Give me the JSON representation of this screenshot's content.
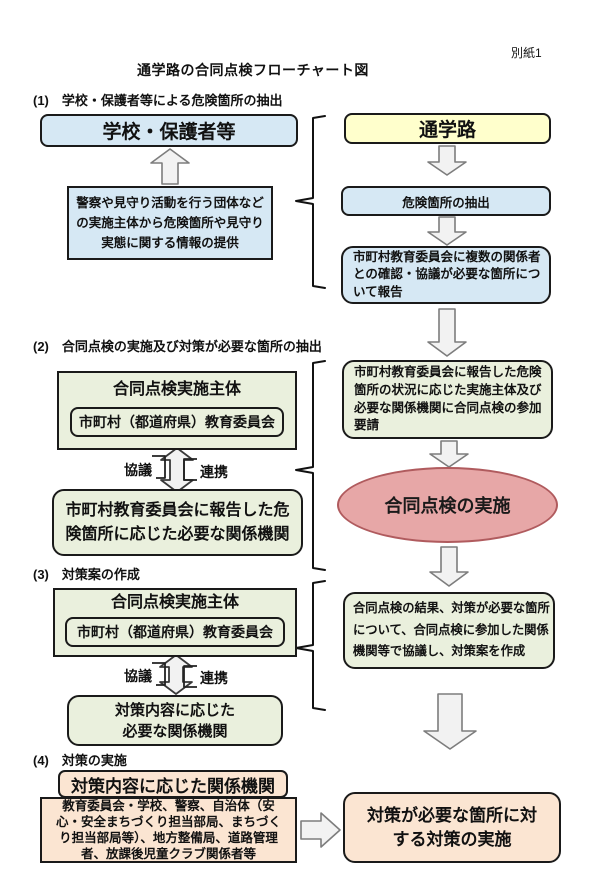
{
  "page": {
    "corner": "別紙1",
    "title": "通学路の合同点検フローチャート図"
  },
  "s1": {
    "heading": "(1)　学校・保護者等による危険箇所の抽出",
    "school": "学校・保護者等",
    "route": "通学路",
    "info": "警察や見守り活動を行う団体など\nの実施主体から危険箇所や見守り\n実態に関する情報の提供",
    "extract": "危険箇所の抽出",
    "report": "市町村教育委員会に複数の関係者\nとの確認・協議が必要な箇所につ\nいて報告"
  },
  "s2": {
    "heading": "(2)　合同点検の実施及び対策が必要な箇所の抽出",
    "subject_title": "合同点検実施主体",
    "subject_inner": "市町村（都道府県）教育委員会",
    "kyogi": "協議",
    "renkei": "連携",
    "related": "市町村教育委員会に報告した危\n険箇所に応じた必要な関係機関",
    "request": "市町村教育委員会に報告した危険\n箇所の状況に応じた実施主体及び\n必要な関係機関に合同点検の参加\n要請",
    "ellipse": "合同点検の実施"
  },
  "s3": {
    "heading": "(3)　対策案の作成",
    "subject_title": "合同点検実施主体",
    "subject_inner": "市町村（都道府県）教育委員会",
    "kyogi": "協議",
    "renkei": "連携",
    "related": "対策内容に応じた\n必要な関係機関",
    "plan": "合同点検の結果、対策が必要な箇所\nについて、合同点検に参加した関係\n機関等で協議し、対策案を作成"
  },
  "s4": {
    "heading": "(4)　対策の実施",
    "org_header": "対策内容に応じた関係機関",
    "org_list": "教育委員会・学校、警察、自治体（安\n心・安全まちづくり担当部局、まちづく\nり担当部局等）、地方整備局、道路管理\n者、放課後児童クラブ関係者等",
    "result": "対策が必要な箇所に対\nする対策の実施"
  },
  "colors": {
    "blue": "#d6e8f4",
    "yellow": "#ffffcc",
    "green": "#eaf0dd",
    "orange": "#fbe5d2",
    "pink_fill": "#e7a7a7",
    "pink_border": "#b05b5e"
  }
}
